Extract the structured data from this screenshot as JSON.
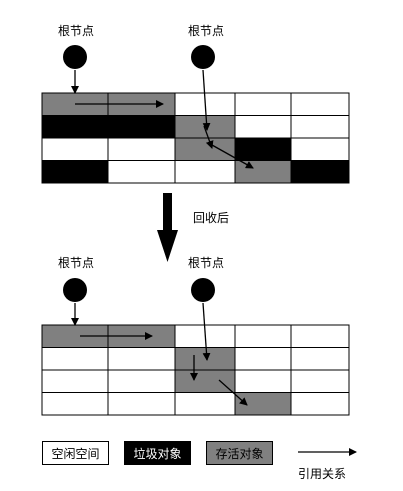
{
  "labels": {
    "root_node": "根节点",
    "after_gc": "回收后"
  },
  "legend": {
    "free": "空闲空间",
    "garbage": "垃圾对象",
    "live": "存活对象",
    "reference": "引用关系"
  },
  "colors": {
    "free": "#ffffff",
    "garbage": "#000000",
    "live": "#808080",
    "border": "#000000"
  },
  "grids": {
    "before": [
      [
        "live",
        "live",
        "free",
        "free",
        "free"
      ],
      [
        "garbage",
        "garbage",
        "live",
        "free",
        "free"
      ],
      [
        "free",
        "free",
        "live",
        "garbage",
        "free"
      ],
      [
        "garbage",
        "free",
        "free",
        "live",
        "garbage"
      ]
    ],
    "after": [
      [
        "live",
        "live",
        "free",
        "free",
        "free"
      ],
      [
        "free",
        "free",
        "live",
        "free",
        "free"
      ],
      [
        "free",
        "free",
        "live",
        "free",
        "free"
      ],
      [
        "free",
        "free",
        "free",
        "live",
        "free"
      ]
    ]
  }
}
